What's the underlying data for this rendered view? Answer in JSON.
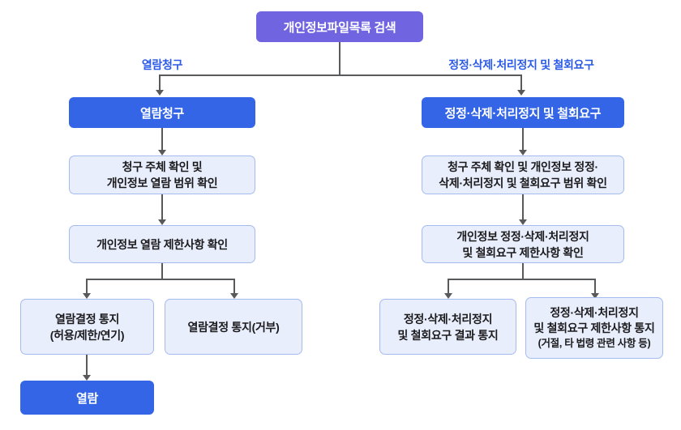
{
  "colors": {
    "root_purple": "#7164E0",
    "header_blue": "#3365E6",
    "light_box_bg": "#E9EEFC",
    "light_box_border": "#A5BBF0",
    "connector_gray": "#58595b",
    "edge_label_blue": "#2B5BE6"
  },
  "root_node": {
    "label": "개인정보파일목록 검색"
  },
  "left_branch": {
    "edge_label": "열람청구",
    "header": "열람청구",
    "step1": "청구 주체 확인 및\n개인정보 열람 범위 확인",
    "step2": "개인정보 열람 제한사항 확인",
    "outcome1": "열람결정 통지\n(허용/제한/연기)",
    "outcome2": "열람결정 통지(거부)",
    "final": "열람"
  },
  "right_branch": {
    "edge_label": "정정·삭제·처리정지 및 철회요구",
    "header": "정정·삭제·처리정지 및 철회요구",
    "step1": "청구 주체 확인 및 개인정보 정정·\n삭제·처리정지 및 철회요구 범위 확인",
    "step2": "개인정보 정정·삭제·처리정지\n및 철회요구 제한사항 확인",
    "outcome1": "정정·삭제·처리정지\n및 철회요구 결과 통지",
    "outcome2": "정정·삭제·처리정지\n및 철회요구 제한사항 통지",
    "outcome2_note": "(거절, 타 법령 관련 사항 등)"
  }
}
